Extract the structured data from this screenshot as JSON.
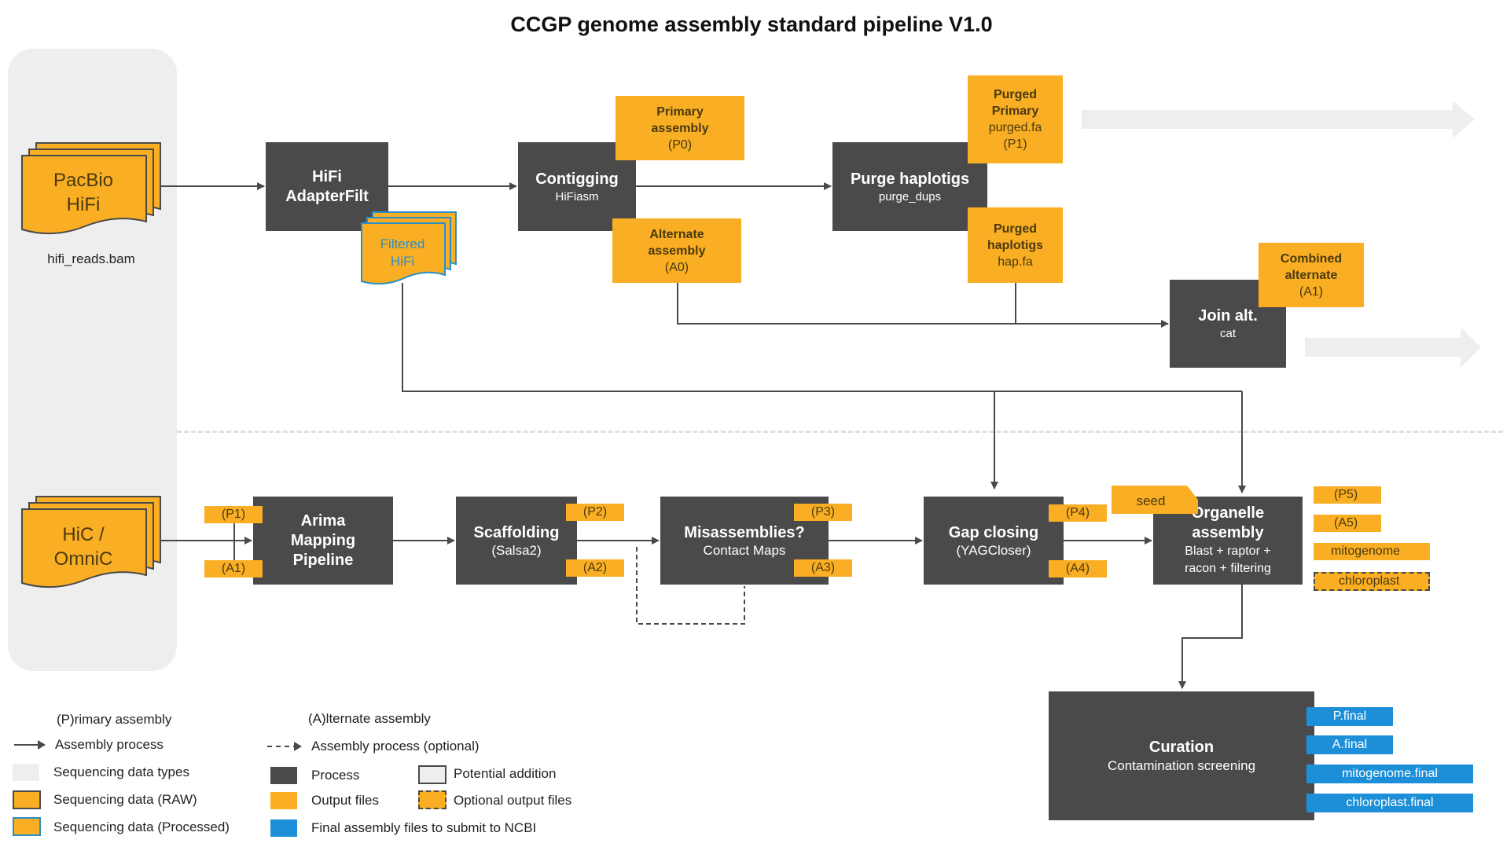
{
  "title": "CCGP genome assembly standard pipeline V1.0",
  "inputs": {
    "pacbio": {
      "line1": "PacBio",
      "line2": "HiFi",
      "file": "hifi_reads.bam"
    },
    "hic": {
      "line1": "HiC /",
      "line2": "OmniC"
    },
    "filtered": {
      "line1": "Filtered",
      "line2": "HiFi"
    }
  },
  "processes": {
    "adapterfilt": {
      "title1": "HiFi",
      "title2": "AdapterFilt"
    },
    "contigging": {
      "title": "Contigging",
      "sub": "HiFiasm"
    },
    "purge": {
      "title": "Purge haplotigs",
      "sub": "purge_dups"
    },
    "joinalt": {
      "title": "Join alt.",
      "sub": "cat"
    },
    "arima": {
      "title1": "Arima",
      "title2": "Mapping",
      "title3": "Pipeline"
    },
    "scaffolding": {
      "title": "Scaffolding",
      "sub": "(Salsa2)"
    },
    "misassemblies": {
      "title": "Misassemblies?",
      "sub": "Contact Maps"
    },
    "gapclosing": {
      "title": "Gap closing",
      "sub": "(YAGCloser)"
    },
    "organelle": {
      "title1": "Organelle",
      "title2": "assembly",
      "sub1": "Blast + raptor +",
      "sub2": "racon + filtering"
    },
    "curation": {
      "title": "Curation",
      "sub": "Contamination screening"
    }
  },
  "outputs": {
    "primary": {
      "l1": "Primary",
      "l2": "assembly",
      "l3": "(P0)"
    },
    "alternate": {
      "l1": "Alternate",
      "l2": "assembly",
      "l3": "(A0)"
    },
    "purged_primary": {
      "l1": "Purged",
      "l2": "Primary",
      "l3": "purged.fa",
      "l4": "(P1)"
    },
    "purged_haplotigs": {
      "l1": "Purged",
      "l2": "haplotigs",
      "l3": "hap.fa"
    },
    "combined_alt": {
      "l1": "Combined",
      "l2": "alternate",
      "l3": "(A1)"
    }
  },
  "tags": {
    "p1": "(P1)",
    "a1": "(A1)",
    "p2": "(P2)",
    "a2": "(A2)",
    "p3": "(P3)",
    "a3": "(A3)",
    "p4": "(P4)",
    "a4": "(A4)",
    "p5": "(P5)",
    "a5": "(A5)",
    "seed": "seed",
    "mitogenome": "mitogenome",
    "chloroplast": "chloroplast"
  },
  "finals": [
    "P.final",
    "A.final",
    "mitogenome.final",
    "chloroplast.final"
  ],
  "legend": {
    "primary": "(P)rimary assembly",
    "alternate": "(A)lternate assembly",
    "process_arrow": "Assembly process",
    "process_optional": "Assembly process (optional)",
    "seq_types": "Sequencing data types",
    "process": "Process",
    "potential": "Potential addition",
    "seq_raw": "Sequencing data (RAW)",
    "output_files": "Output files",
    "optional_output": "Optional output files",
    "seq_processed": "Sequencing data (Processed)",
    "final_files": "Final assembly files to submit to NCBI"
  },
  "colors": {
    "process": "#4a4a4a",
    "output": "#f9ae23",
    "final": "#1c8fd8",
    "seq_bg": "#eeeeee",
    "processed_border": "#2a8fc8"
  }
}
